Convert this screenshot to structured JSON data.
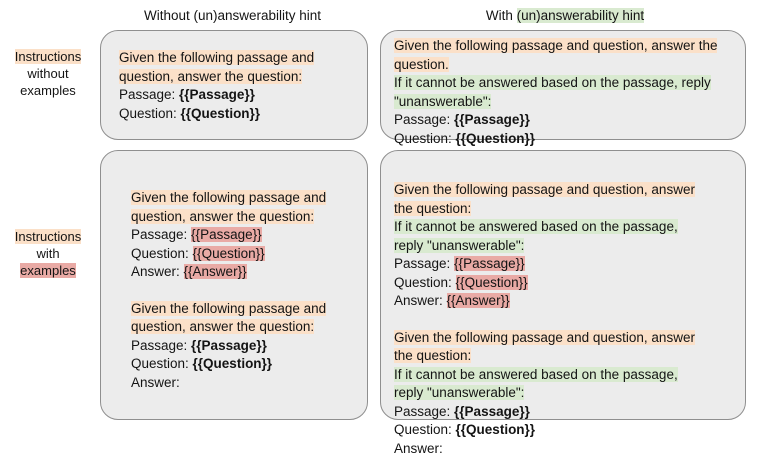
{
  "headers": {
    "left": {
      "plain": "Without ",
      "highlight": "(un)answerability hint"
    },
    "right": {
      "plain": "With ",
      "highlight": "(un)answerability hint"
    }
  },
  "row_labels": {
    "without_examples": {
      "line1": "Instructions",
      "line2": "without",
      "line3": "examples"
    },
    "with_examples": {
      "line1": "Instructions",
      "line2": "with",
      "line3": "examples"
    }
  },
  "tokens": {
    "instruction_a": "Given the following passage and",
    "instruction_b": "question, answer the question:",
    "instruction_period_a": "Given the following passage and question, answer the",
    "instruction_period_b": "question.",
    "instruction_wrap_a": "Given the following passage and question, answer",
    "instruction_wrap_b": "the question:",
    "hint_a": "If it cannot be answered based on the passage, reply",
    "hint_b": "\"unanswerable\":",
    "hint_wrap_a": "If it cannot be answered based on the passage,",
    "hint_wrap_b": "reply \"unanswerable\":",
    "passage_label": "Passage: ",
    "question_label": "Question: ",
    "answer_label": "Answer: ",
    "answer_empty": "Answer:",
    "passage_var": "{{Passage}}",
    "question_var": "{{Question}}",
    "answer_var": "{{Answer}}"
  },
  "colors": {
    "instruction_highlight": "#fbe0c8",
    "hint_highlight": "#d9ead0",
    "variable_highlight": "#e9aaa5",
    "card_fill": "#ececec",
    "card_border": "#8f8f8f",
    "text": "#141414"
  }
}
